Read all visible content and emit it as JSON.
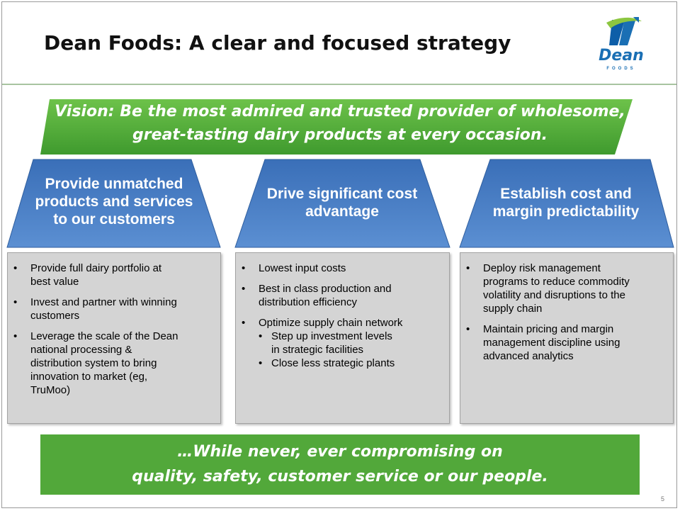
{
  "slide": {
    "title": "Dean Foods:  A clear and focused strategy",
    "logo": {
      "word": "Dean",
      "sub": "FOODS"
    },
    "vision": {
      "line1": "Vision:  Be the most admired and trusted provider of wholesome,",
      "line2": "great-tasting dairy products at every occasion."
    },
    "pillars": [
      {
        "heading": [
          "Provide unmatched",
          "products and services",
          "to our customers"
        ],
        "bullets": [
          {
            "text": [
              "Provide full dairy portfolio at",
              "best value"
            ]
          },
          {
            "text": [
              "Invest and partner with winning",
              "customers"
            ]
          },
          {
            "text": [
              "Leverage the scale of the Dean",
              "national processing &",
              "distribution system to bring",
              "innovation to market (eg,",
              "TruMoo)"
            ]
          }
        ]
      },
      {
        "heading": [
          "Drive significant cost",
          "advantage"
        ],
        "bullets": [
          {
            "text": [
              "Lowest input costs"
            ]
          },
          {
            "text": [
              "Best in class production and",
              "distribution efficiency"
            ]
          },
          {
            "text": [
              "Optimize supply chain network"
            ],
            "sub": [
              [
                "Step up investment levels",
                "in strategic facilities"
              ],
              [
                "Close less strategic plants"
              ]
            ]
          }
        ]
      },
      {
        "heading": [
          "Establish cost and",
          "margin predictability"
        ],
        "bullets": [
          {
            "text": [
              "Deploy risk management",
              "programs to reduce commodity",
              "volatility and disruptions to the",
              "supply chain"
            ]
          },
          {
            "text": [
              "Maintain pricing and margin",
              "management discipline using",
              "advanced analytics"
            ]
          }
        ]
      }
    ],
    "bullet_char": "•",
    "footer": {
      "line1": "…While never, ever compromising on",
      "line2": "quality, safety, customer service or our people."
    },
    "page_number": "5"
  }
}
